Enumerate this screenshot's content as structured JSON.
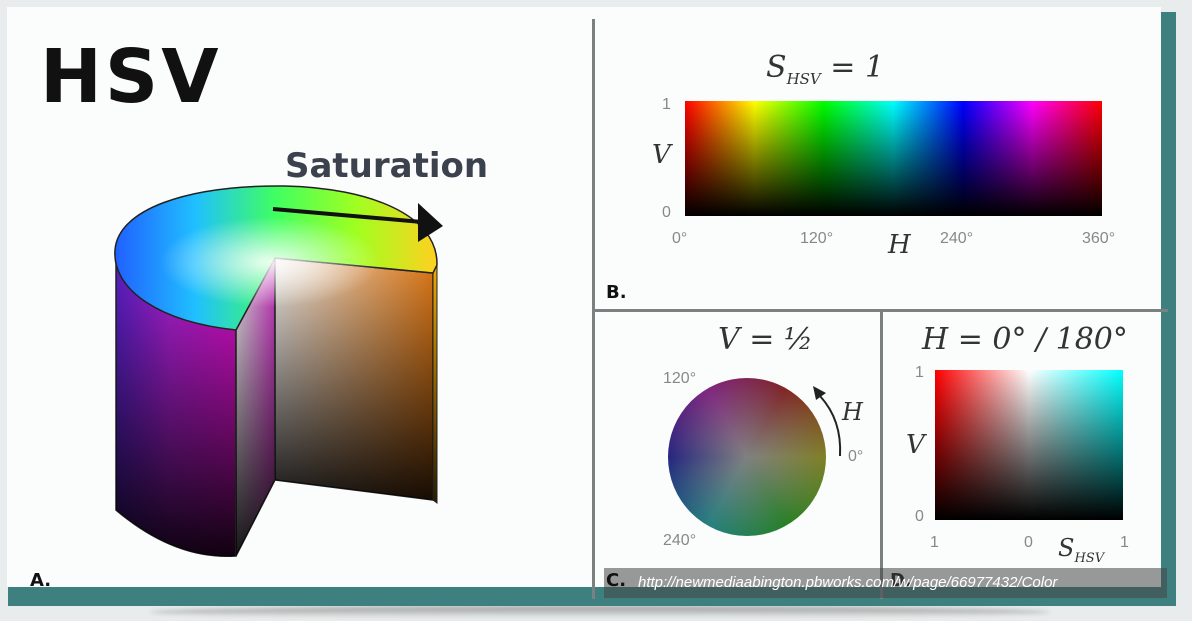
{
  "title": "HSV",
  "panel_a": {
    "label": "A.",
    "saturation_label": "Saturation"
  },
  "panel_b": {
    "label": "B.",
    "title_main": "S",
    "title_sub": "HSV",
    "title_rest": " = 1",
    "y_axis_label": "V",
    "y_ticks": [
      "1",
      "0"
    ],
    "x_axis_label": "H",
    "x_ticks": [
      "0°",
      "120°",
      "240°",
      "360°"
    ]
  },
  "panel_c": {
    "label": "C.",
    "title": "V = ½",
    "angle_120": "120°",
    "angle_240": "240°",
    "angle_0": "0°",
    "hue_label": "H"
  },
  "panel_d": {
    "label": "D.",
    "title": "H = 0° / 180°",
    "y_axis_label": "V",
    "y_ticks": [
      "1",
      "0"
    ],
    "x_ticks": [
      "1",
      "0",
      "1"
    ],
    "x_axis_label_main": "S",
    "x_axis_label_sub": "HSV"
  },
  "source_url": "http://newmediaabington.pbworks.com/w/page/66977432/Color",
  "colors": {
    "frame": "#3e7f80",
    "divider": "#7b8080",
    "saturation_text": "#3b414d"
  }
}
